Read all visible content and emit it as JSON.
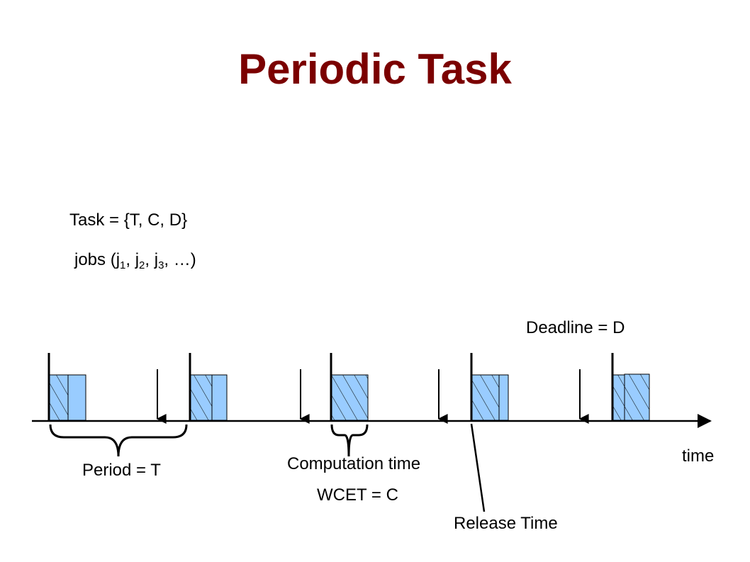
{
  "slide": {
    "title": "Periodic Task",
    "title_color": "#7B0000"
  },
  "task_line": {
    "name": "Task",
    "rest": " = {T, C, D}"
  },
  "jobs_line": {
    "prefix": "jobs (j",
    "sub1": "1",
    "sep1": ", j",
    "sub2": "2",
    "sep2": ", j",
    "sub3": "3",
    "suffix": ", …)"
  },
  "labels": {
    "deadline": "Deadline = D",
    "period": "Period = T",
    "computation": "Computation time",
    "wcet": "WCET = C",
    "release": "Release Time",
    "time_axis": "time"
  },
  "colors": {
    "block_fill": "#99CCFF",
    "line": "#000000"
  }
}
